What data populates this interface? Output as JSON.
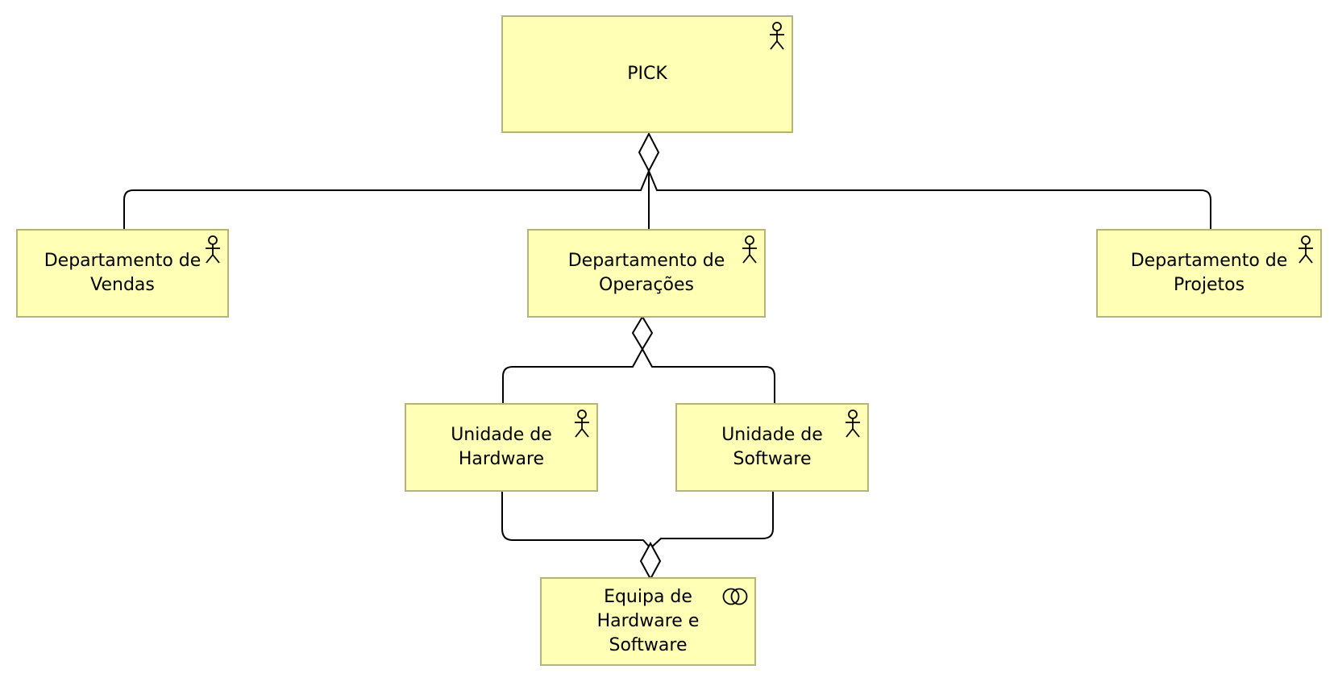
{
  "colors": {
    "node_fill": "#ffffb5",
    "node_border": "#b3b37a",
    "line": "#000000"
  },
  "nodes": {
    "pick": {
      "label": "PICK",
      "icon": "actor-icon"
    },
    "vendas": {
      "label": "Departamento de\nVendas",
      "icon": "actor-icon"
    },
    "operacoes": {
      "label": "Departamento de\nOperações",
      "icon": "actor-icon"
    },
    "projetos": {
      "label": "Departamento de\nProjetos",
      "icon": "actor-icon"
    },
    "hardware": {
      "label": "Unidade de\nHardware",
      "icon": "actor-icon"
    },
    "software": {
      "label": "Unidade de\nSoftware",
      "icon": "actor-icon"
    },
    "equipa": {
      "label": "Equipa de\nHardware e\nSoftware",
      "icon": "collaboration-icon"
    }
  },
  "relations": [
    {
      "type": "aggregation",
      "whole": "pick",
      "part": "vendas"
    },
    {
      "type": "aggregation",
      "whole": "pick",
      "part": "operacoes"
    },
    {
      "type": "aggregation",
      "whole": "pick",
      "part": "projetos"
    },
    {
      "type": "aggregation",
      "whole": "operacoes",
      "part": "hardware"
    },
    {
      "type": "aggregation",
      "whole": "operacoes",
      "part": "software"
    },
    {
      "type": "aggregation",
      "whole": "equipa",
      "part": "hardware"
    },
    {
      "type": "aggregation",
      "whole": "equipa",
      "part": "software"
    }
  ]
}
